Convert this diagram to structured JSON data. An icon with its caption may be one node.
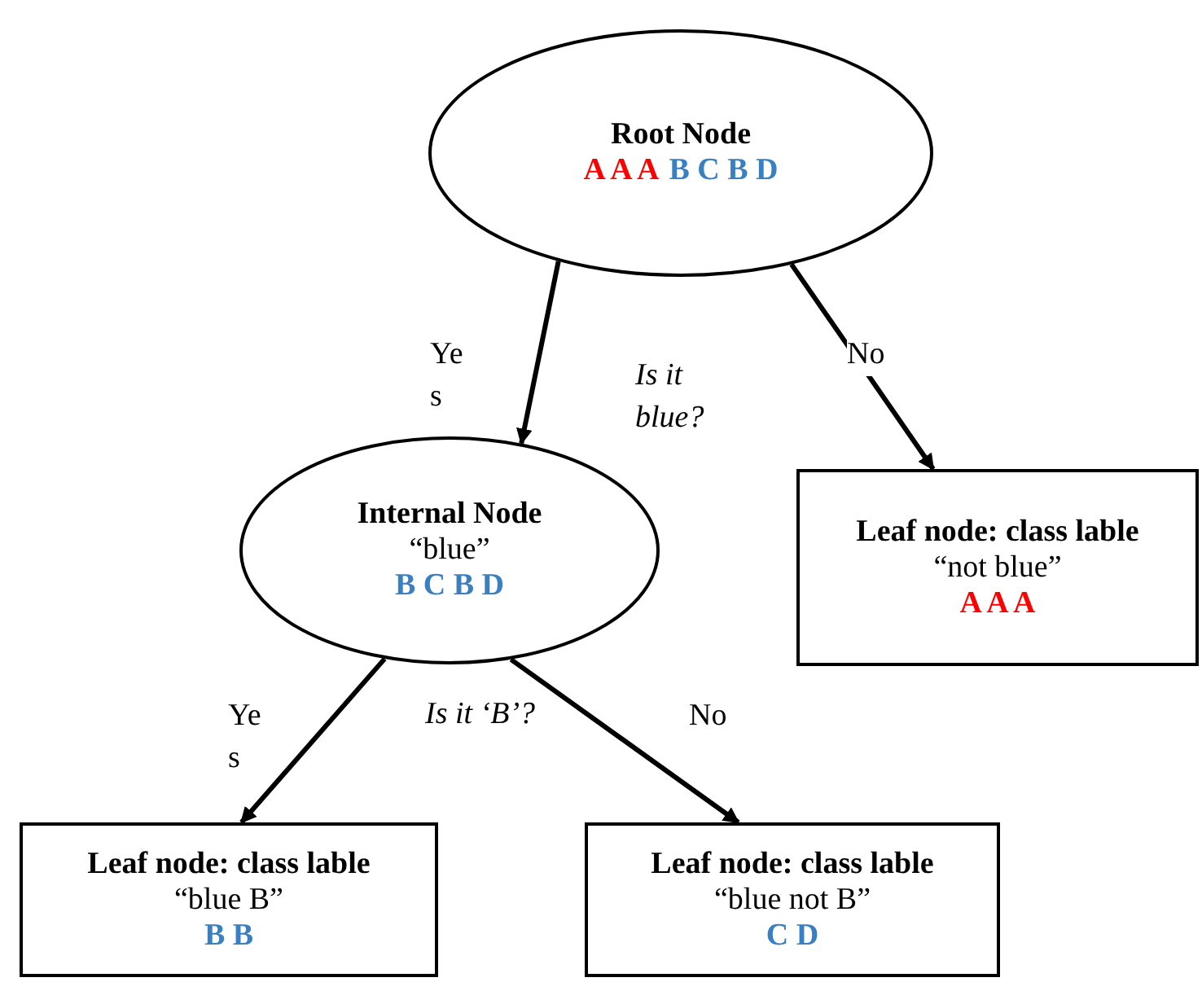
{
  "diagram": {
    "nodes": [
      {
        "text": [
          "Root Node",
          "A A A",
          "B C B D"
        ]
      },
      {
        "text": [
          "Internal Node",
          "“blue”",
          "B C B D"
        ]
      },
      {
        "text": [
          "Leaf node: class lable",
          "“not blue”",
          "A A A"
        ]
      },
      {
        "text": [
          "Leaf node: class lable",
          "“blue B”",
          "B B"
        ]
      },
      {
        "text": [
          "Leaf node: class lable",
          "“blue not B”",
          "C D"
        ]
      }
    ],
    "edges": [
      {
        "from": 0,
        "to": 1,
        "arrow": "to",
        "label": "Yes"
      },
      {
        "from": 0,
        "to": 2,
        "arrow": "to",
        "label": "No"
      },
      {
        "from": 1,
        "to": 3,
        "arrow": "to",
        "label": "Yes"
      },
      {
        "from": 1,
        "to": 4,
        "arrow": "to",
        "label": "No"
      }
    ],
    "labels": [
      "Is it blue?",
      "Is it ‘B’?"
    ]
  }
}
